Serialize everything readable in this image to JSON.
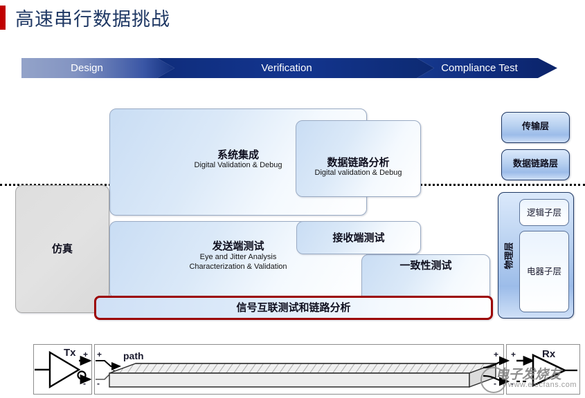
{
  "page": {
    "title": "高速串行数据挑战",
    "accent_red": "#c00000",
    "title_color": "#1f3864"
  },
  "phase_banner": {
    "segments": [
      {
        "label": "Design"
      },
      {
        "label": "Verification"
      },
      {
        "label": "Compliance Test"
      }
    ]
  },
  "process_boxes": {
    "simulation": {
      "cn": "仿真"
    },
    "system_integration": {
      "cn": "系统集成",
      "en": "Digital Validation & Debug"
    },
    "data_link_analysis": {
      "cn": "数据链路分析",
      "en": "Digital validation & Debug"
    },
    "transmitter_test": {
      "cn": "发送端测试",
      "en1": "Eye and Jitter Analysis",
      "en2": "Characterization & Validation"
    },
    "receiver_test": {
      "cn": "接收端测试"
    },
    "compliance_test": {
      "cn": "一致性测试"
    },
    "signal_interconnect": {
      "cn": "信号互联测试和链路分析",
      "border_color": "#9c0000"
    }
  },
  "layer_stack": {
    "transport": "传输层",
    "data_link": "数据链路层",
    "physical": "物理层",
    "logic_sublayer": "逻辑子层",
    "electrical_sublayer": "电器子层"
  },
  "schematic": {
    "tx_label": "Tx",
    "rx_label": "Rx",
    "path_label": "path",
    "plus": "+",
    "minus": "-"
  },
  "watermark": {
    "cn": "电子发烧友",
    "url": "www.elecfans.com"
  }
}
